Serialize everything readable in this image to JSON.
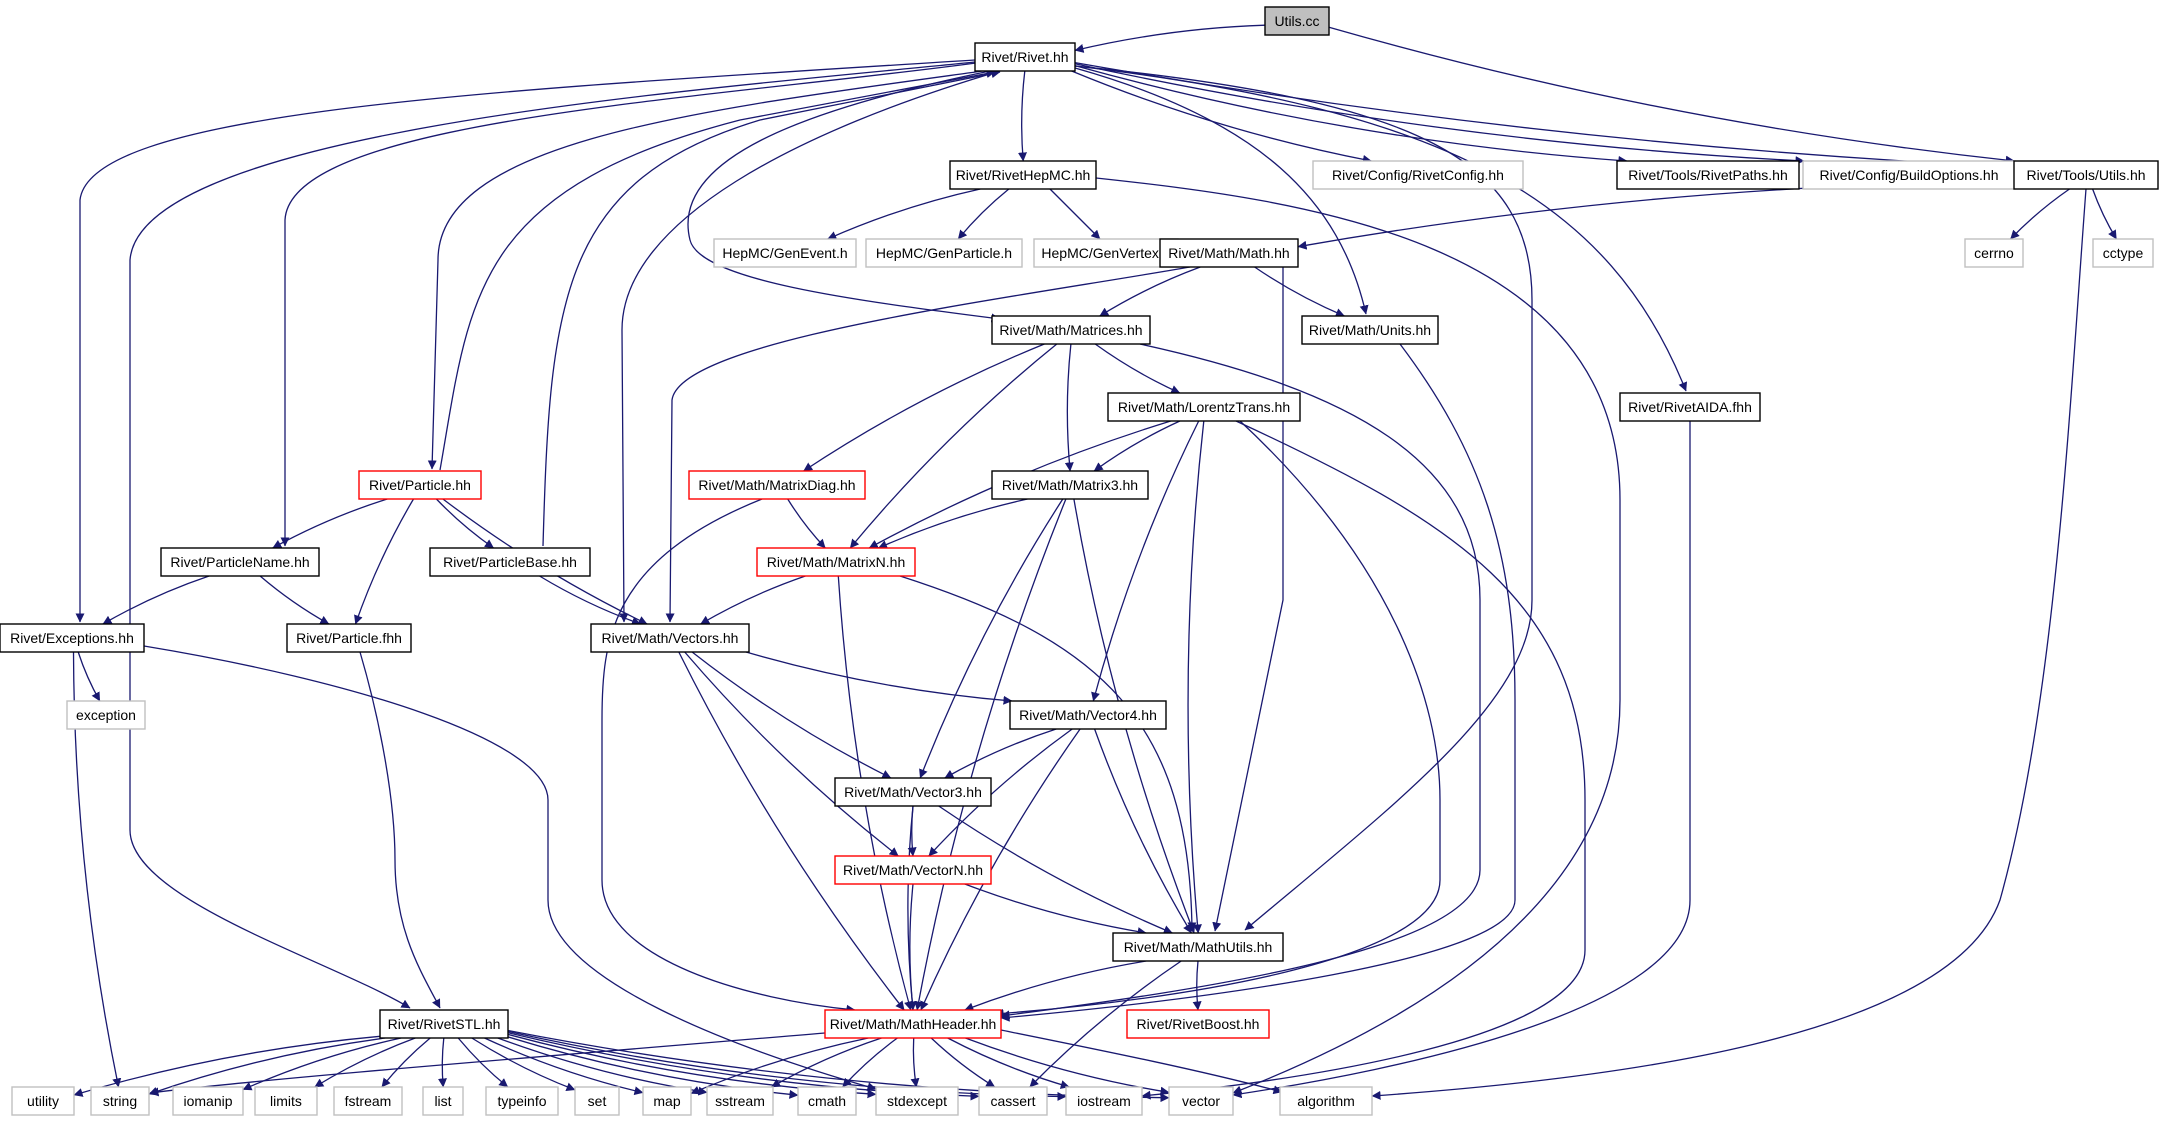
{
  "colors": {
    "edge": "#191970",
    "border_default": "#000000",
    "border_external": "#c0c0c0",
    "border_truncated": "#ff0000",
    "fill_root": "#bfbfbf",
    "fill_default": "#ffffff"
  },
  "nodes": [
    {
      "id": "utils_cc",
      "label": "Utils.cc",
      "kind": "root"
    },
    {
      "id": "rivet_hh",
      "label": "Rivet/Rivet.hh",
      "kind": "normal"
    },
    {
      "id": "rivethepmc",
      "label": "Rivet/RivetHepMC.hh",
      "kind": "normal"
    },
    {
      "id": "rivetconfig",
      "label": "Rivet/Config/RivetConfig.hh",
      "kind": "external"
    },
    {
      "id": "rivetpaths",
      "label": "Rivet/Tools/RivetPaths.hh",
      "kind": "normal"
    },
    {
      "id": "buildoptions",
      "label": "Rivet/Config/BuildOptions.hh",
      "kind": "external"
    },
    {
      "id": "tools_utils",
      "label": "Rivet/Tools/Utils.hh",
      "kind": "normal"
    },
    {
      "id": "genevent",
      "label": "HepMC/GenEvent.h",
      "kind": "external"
    },
    {
      "id": "genparticle",
      "label": "HepMC/GenParticle.h",
      "kind": "external"
    },
    {
      "id": "genvertex",
      "label": "HepMC/GenVertex.h",
      "kind": "external"
    },
    {
      "id": "math_hh",
      "label": "Rivet/Math/Math.hh",
      "kind": "normal"
    },
    {
      "id": "cerrno",
      "label": "cerrno",
      "kind": "external"
    },
    {
      "id": "cctype",
      "label": "cctype",
      "kind": "external"
    },
    {
      "id": "matrices",
      "label": "Rivet/Math/Matrices.hh",
      "kind": "normal"
    },
    {
      "id": "units",
      "label": "Rivet/Math/Units.hh",
      "kind": "normal"
    },
    {
      "id": "lorentztrans",
      "label": "Rivet/Math/LorentzTrans.hh",
      "kind": "normal"
    },
    {
      "id": "rivetaida",
      "label": "Rivet/RivetAIDA.fhh",
      "kind": "normal"
    },
    {
      "id": "particle_hh",
      "label": "Rivet/Particle.hh",
      "kind": "truncated"
    },
    {
      "id": "matrixdiag",
      "label": "Rivet/Math/MatrixDiag.hh",
      "kind": "truncated"
    },
    {
      "id": "matrix3",
      "label": "Rivet/Math/Matrix3.hh",
      "kind": "normal"
    },
    {
      "id": "particlename",
      "label": "Rivet/ParticleName.hh",
      "kind": "normal"
    },
    {
      "id": "particlebase",
      "label": "Rivet/ParticleBase.hh",
      "kind": "normal"
    },
    {
      "id": "matrixn",
      "label": "Rivet/Math/MatrixN.hh",
      "kind": "truncated"
    },
    {
      "id": "exceptions",
      "label": "Rivet/Exceptions.hh",
      "kind": "normal"
    },
    {
      "id": "particle_fhh",
      "label": "Rivet/Particle.fhh",
      "kind": "normal"
    },
    {
      "id": "vectors",
      "label": "Rivet/Math/Vectors.hh",
      "kind": "normal"
    },
    {
      "id": "vector4",
      "label": "Rivet/Math/Vector4.hh",
      "kind": "normal"
    },
    {
      "id": "exception",
      "label": "exception",
      "kind": "external"
    },
    {
      "id": "vector3",
      "label": "Rivet/Math/Vector3.hh",
      "kind": "normal"
    },
    {
      "id": "vectorn",
      "label": "Rivet/Math/VectorN.hh",
      "kind": "truncated"
    },
    {
      "id": "mathutils",
      "label": "Rivet/Math/MathUtils.hh",
      "kind": "normal"
    },
    {
      "id": "rivetstl",
      "label": "Rivet/RivetSTL.hh",
      "kind": "normal"
    },
    {
      "id": "mathheader",
      "label": "Rivet/Math/MathHeader.hh",
      "kind": "truncated"
    },
    {
      "id": "rivetboost",
      "label": "Rivet/RivetBoost.hh",
      "kind": "truncated"
    },
    {
      "id": "utility",
      "label": "utility",
      "kind": "external"
    },
    {
      "id": "string",
      "label": "string",
      "kind": "external"
    },
    {
      "id": "iomanip",
      "label": "iomanip",
      "kind": "external"
    },
    {
      "id": "limits",
      "label": "limits",
      "kind": "external"
    },
    {
      "id": "fstream",
      "label": "fstream",
      "kind": "external"
    },
    {
      "id": "list",
      "label": "list",
      "kind": "external"
    },
    {
      "id": "typeinfo",
      "label": "typeinfo",
      "kind": "external"
    },
    {
      "id": "set",
      "label": "set",
      "kind": "external"
    },
    {
      "id": "map",
      "label": "map",
      "kind": "external"
    },
    {
      "id": "sstream",
      "label": "sstream",
      "kind": "external"
    },
    {
      "id": "cmath",
      "label": "cmath",
      "kind": "external"
    },
    {
      "id": "stdexcept",
      "label": "stdexcept",
      "kind": "external"
    },
    {
      "id": "cassert",
      "label": "cassert",
      "kind": "external"
    },
    {
      "id": "iostream",
      "label": "iostream",
      "kind": "external"
    },
    {
      "id": "vector",
      "label": "vector",
      "kind": "external"
    },
    {
      "id": "algorithm",
      "label": "algorithm",
      "kind": "external"
    }
  ],
  "edges": [
    [
      "utils_cc",
      "rivet_hh"
    ],
    [
      "utils_cc",
      "tools_utils"
    ],
    [
      "rivet_hh",
      "rivethepmc"
    ],
    [
      "rivet_hh",
      "rivetconfig"
    ],
    [
      "rivet_hh",
      "rivetpaths"
    ],
    [
      "rivet_hh",
      "buildoptions"
    ],
    [
      "rivet_hh",
      "tools_utils"
    ],
    [
      "rivet_hh",
      "units"
    ],
    [
      "rivet_hh",
      "rivetaida"
    ],
    [
      "rivet_hh",
      "particle_hh"
    ],
    [
      "rivet_hh",
      "particlename"
    ],
    [
      "rivet_hh",
      "exceptions"
    ],
    [
      "rivet_hh",
      "matrices"
    ],
    [
      "rivet_hh",
      "vectors"
    ],
    [
      "rivet_hh",
      "mathutils"
    ],
    [
      "rivet_hh",
      "rivetstl"
    ],
    [
      "particle_hh",
      "rivet_hh"
    ],
    [
      "particlebase",
      "rivet_hh"
    ],
    [
      "rivethepmc",
      "genevent"
    ],
    [
      "rivethepmc",
      "genparticle"
    ],
    [
      "rivethepmc",
      "genvertex"
    ],
    [
      "rivethepmc",
      "vector"
    ],
    [
      "tools_utils",
      "math_hh"
    ],
    [
      "tools_utils",
      "cerrno"
    ],
    [
      "tools_utils",
      "cctype"
    ],
    [
      "tools_utils",
      "algorithm"
    ],
    [
      "math_hh",
      "matrices"
    ],
    [
      "math_hh",
      "units"
    ],
    [
      "math_hh",
      "vectors"
    ],
    [
      "math_hh",
      "mathutils"
    ],
    [
      "matrices",
      "lorentztrans"
    ],
    [
      "matrices",
      "matrixdiag"
    ],
    [
      "matrices",
      "matrix3"
    ],
    [
      "matrices",
      "matrixn"
    ],
    [
      "matrices",
      "mathheader"
    ],
    [
      "units",
      "mathheader"
    ],
    [
      "lorentztrans",
      "matrix3"
    ],
    [
      "lorentztrans",
      "matrixn"
    ],
    [
      "lorentztrans",
      "vector4"
    ],
    [
      "lorentztrans",
      "mathutils"
    ],
    [
      "lorentztrans",
      "mathheader"
    ],
    [
      "lorentztrans",
      "iostream"
    ],
    [
      "rivetaida",
      "vector"
    ],
    [
      "particle_hh",
      "particlename"
    ],
    [
      "particle_hh",
      "particlebase"
    ],
    [
      "particle_hh",
      "particle_fhh"
    ],
    [
      "particle_hh",
      "vectors"
    ],
    [
      "particlename",
      "exceptions"
    ],
    [
      "particlename",
      "particle_fhh"
    ],
    [
      "particlebase",
      "vectors"
    ],
    [
      "matrixdiag",
      "matrixn"
    ],
    [
      "matrixdiag",
      "mathheader"
    ],
    [
      "matrix3",
      "matrixn"
    ],
    [
      "matrix3",
      "vector3"
    ],
    [
      "matrix3",
      "mathutils"
    ],
    [
      "matrix3",
      "mathheader"
    ],
    [
      "matrixn",
      "vectors"
    ],
    [
      "matrixn",
      "mathutils"
    ],
    [
      "matrixn",
      "mathheader"
    ],
    [
      "exceptions",
      "exception"
    ],
    [
      "exceptions",
      "string"
    ],
    [
      "exceptions",
      "stdexcept"
    ],
    [
      "particle_fhh",
      "rivetstl"
    ],
    [
      "vectors",
      "vector4"
    ],
    [
      "vectors",
      "vector3"
    ],
    [
      "vectors",
      "vectorn"
    ],
    [
      "vectors",
      "mathheader"
    ],
    [
      "vector4",
      "vector3"
    ],
    [
      "vector4",
      "vectorn"
    ],
    [
      "vector4",
      "mathutils"
    ],
    [
      "vector4",
      "mathheader"
    ],
    [
      "vector3",
      "vectorn"
    ],
    [
      "vector3",
      "mathutils"
    ],
    [
      "vector3",
      "mathheader"
    ],
    [
      "vectorn",
      "mathutils"
    ],
    [
      "vectorn",
      "mathheader"
    ],
    [
      "mathutils",
      "mathheader"
    ],
    [
      "mathutils",
      "rivetboost"
    ],
    [
      "mathutils",
      "cassert"
    ],
    [
      "rivetstl",
      "utility"
    ],
    [
      "rivetstl",
      "string"
    ],
    [
      "rivetstl",
      "iomanip"
    ],
    [
      "rivetstl",
      "limits"
    ],
    [
      "rivetstl",
      "fstream"
    ],
    [
      "rivetstl",
      "list"
    ],
    [
      "rivetstl",
      "typeinfo"
    ],
    [
      "rivetstl",
      "set"
    ],
    [
      "rivetstl",
      "map"
    ],
    [
      "rivetstl",
      "sstream"
    ],
    [
      "rivetstl",
      "cmath"
    ],
    [
      "rivetstl",
      "stdexcept"
    ],
    [
      "rivetstl",
      "cassert"
    ],
    [
      "rivetstl",
      "iostream"
    ],
    [
      "rivetstl",
      "vector"
    ],
    [
      "mathheader",
      "string"
    ],
    [
      "mathheader",
      "map"
    ],
    [
      "mathheader",
      "sstream"
    ],
    [
      "mathheader",
      "cmath"
    ],
    [
      "mathheader",
      "stdexcept"
    ],
    [
      "mathheader",
      "cassert"
    ],
    [
      "mathheader",
      "iostream"
    ],
    [
      "mathheader",
      "vector"
    ],
    [
      "mathheader",
      "algorithm"
    ]
  ]
}
